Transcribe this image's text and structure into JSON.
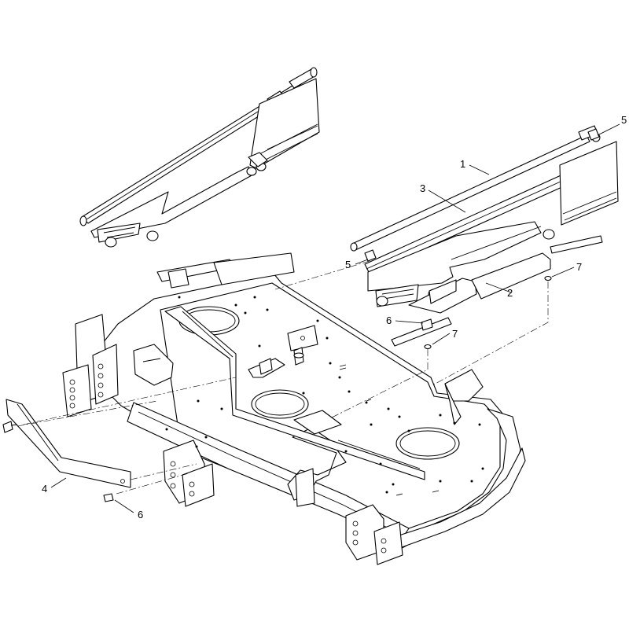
{
  "callouts": [
    {
      "id": "c1",
      "label": "1"
    },
    {
      "id": "c2",
      "label": "2"
    },
    {
      "id": "c3",
      "label": "3"
    },
    {
      "id": "c4",
      "label": "4"
    },
    {
      "id": "c5a",
      "label": "5"
    },
    {
      "id": "c5b",
      "label": "5"
    },
    {
      "id": "c6a",
      "label": "6"
    },
    {
      "id": "c6b",
      "label": "6"
    },
    {
      "id": "c7a",
      "label": "7"
    },
    {
      "id": "c7b",
      "label": "7"
    }
  ]
}
